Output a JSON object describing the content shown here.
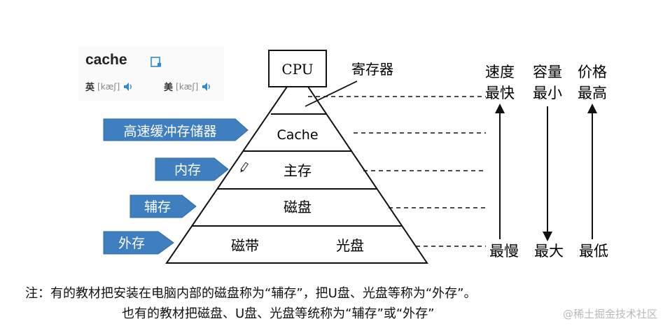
{
  "dictionary": {
    "word": "cache",
    "uk_label": "英",
    "uk_ipa": "[kæʃ]",
    "us_label": "美",
    "us_ipa": "[kæʃ]",
    "icons": [
      "bookmark-icon",
      "speaker-icon"
    ]
  },
  "pyramid": {
    "top": "CPU",
    "register_label": "寄存器",
    "levels": [
      "Cache",
      "主存",
      "磁盘"
    ],
    "bottom_left": "磁带",
    "bottom_right": "光盘"
  },
  "callouts": {
    "cache": "高速缓冲存储器",
    "memory": "内存",
    "aux": "辅存",
    "external": "外存",
    "color": "#3f7fc0"
  },
  "axes": {
    "speed_top": [
      "速度",
      "最快"
    ],
    "capacity_top": [
      "容量",
      "最小"
    ],
    "price_top": [
      "价格",
      "最高"
    ],
    "speed_bottom": "最慢",
    "capacity_bottom": "最大",
    "price_bottom": "最低"
  },
  "notes": {
    "line1": "注：有的教材把安装在电脑内部的磁盘称为“辅存”，把U盘、光盘等称为“外存”。",
    "line2": "也有的教材把磁盘、U盘、光盘等统称为“辅存”或“外存”"
  },
  "watermark": "@稀土掘金技术社区"
}
